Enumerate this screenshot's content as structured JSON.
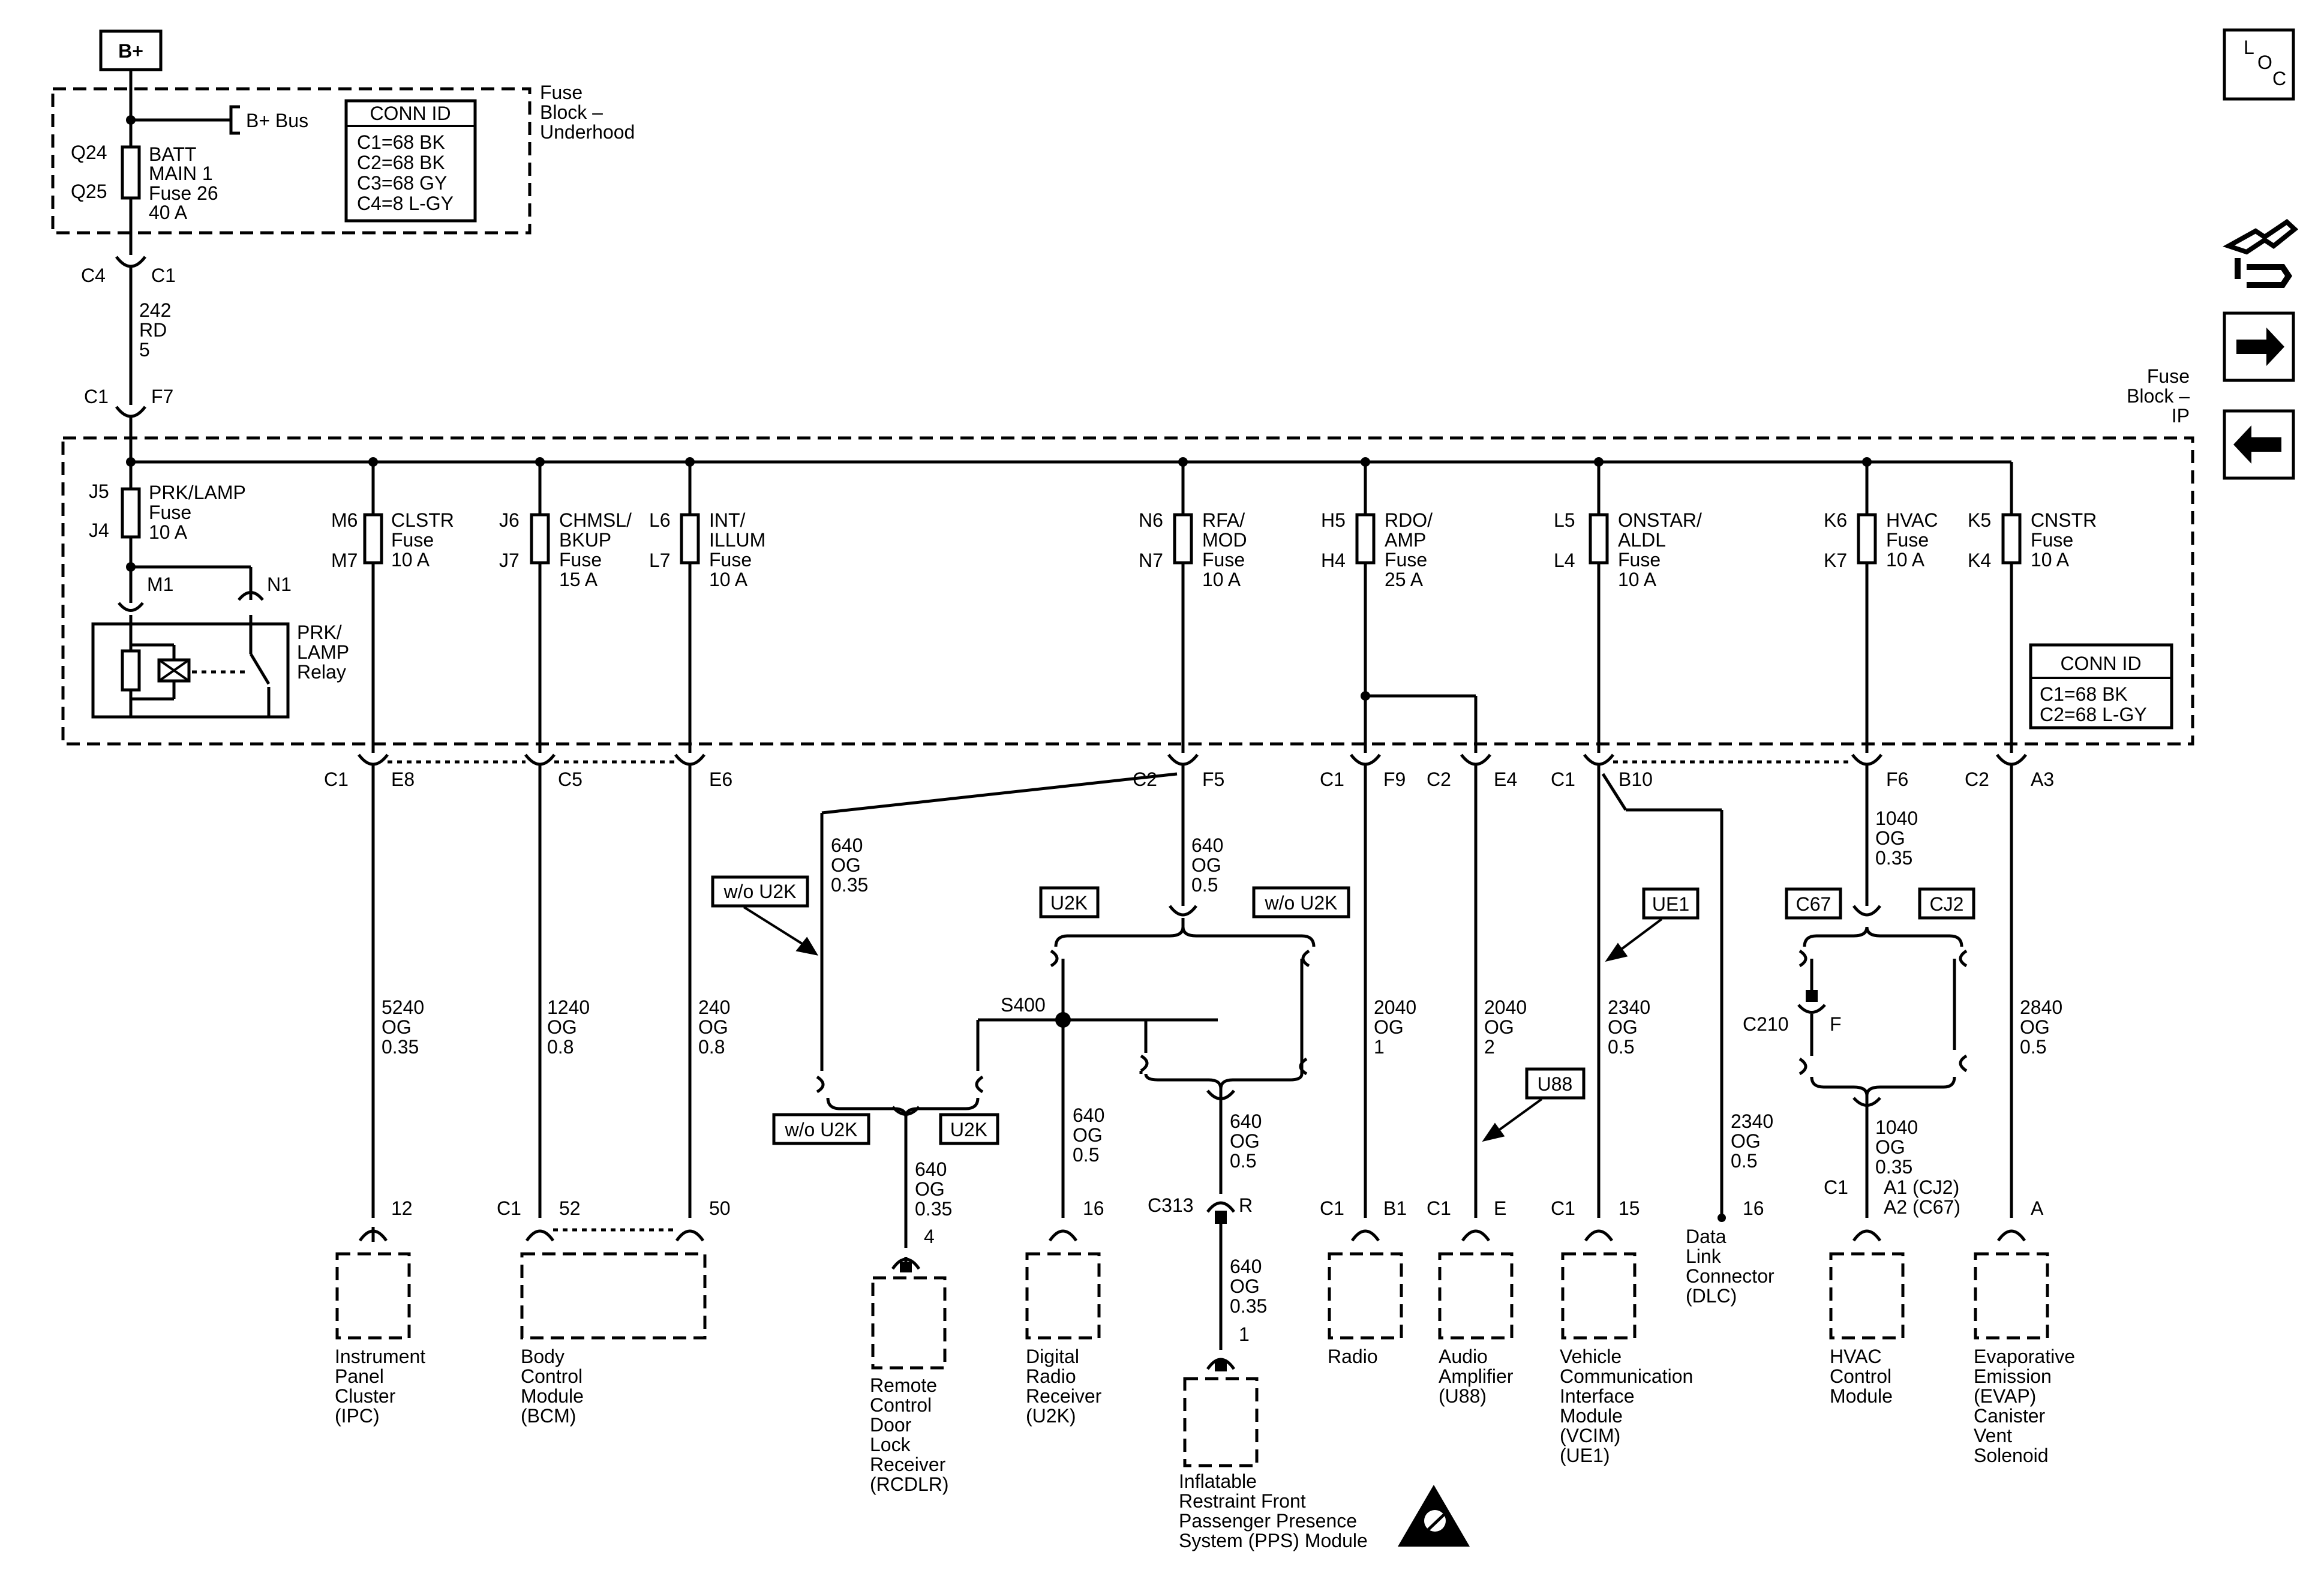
{
  "power": {
    "bplus": "B+",
    "bplus_bus": "B+ Bus"
  },
  "underhood": {
    "block_label": [
      "Fuse",
      "Block –",
      "Underhood"
    ],
    "conn_id_title": "CONN ID",
    "conn_id_lines": [
      "C1=68 BK",
      "C2=68 BK",
      "C3=68 GY",
      "C4=8 L-GY"
    ],
    "fuse_pin_top": "Q24",
    "fuse_pin_bottom": "Q25",
    "fuse_lines": [
      "BATT",
      "MAIN 1",
      "Fuse 26",
      "40 A"
    ],
    "conn_left": "C4",
    "conn_right": "C1",
    "wire_lines": [
      "242",
      "RD",
      "5"
    ]
  },
  "ip_block": {
    "block_label": [
      "Fuse",
      "Block –",
      "IP"
    ],
    "in_conn_left": "C1",
    "in_conn_right": "F7",
    "conn_id_title": "CONN ID",
    "conn_id_lines": [
      "C1=68 BK",
      "C2=68 L-GY"
    ],
    "prk_fuse": {
      "pin_top": "J5",
      "pin_bottom": "J4",
      "lines": [
        "PRK/LAMP",
        "Fuse",
        "10 A"
      ]
    },
    "relay": {
      "pin_left": "M1",
      "pin_right": "N1",
      "lines": [
        "PRK/",
        "LAMP",
        "Relay"
      ]
    },
    "fuses": [
      {
        "pin_top": "M6",
        "pin_bottom": "M7",
        "lines": [
          "CLSTR",
          "Fuse",
          "10 A"
        ]
      },
      {
        "pin_top": "J6",
        "pin_bottom": "J7",
        "lines": [
          "CHMSL/",
          "BKUP",
          "Fuse",
          "15 A"
        ]
      },
      {
        "pin_top": "L6",
        "pin_bottom": "L7",
        "lines": [
          "INT/",
          "ILLUM",
          "Fuse",
          "10 A"
        ]
      },
      {
        "pin_top": "N6",
        "pin_bottom": "N7",
        "lines": [
          "RFA/",
          "MOD",
          "Fuse",
          "10 A"
        ]
      },
      {
        "pin_top": "H5",
        "pin_bottom": "H4",
        "lines": [
          "RDO/",
          "AMP",
          "Fuse",
          "25 A"
        ]
      },
      {
        "pin_top": "L5",
        "pin_bottom": "L4",
        "lines": [
          "ONSTAR/",
          "ALDL",
          "Fuse",
          "10 A"
        ]
      },
      {
        "pin_top": "K6",
        "pin_bottom": "K7",
        "lines": [
          "HVAC",
          "Fuse",
          "10 A"
        ]
      },
      {
        "pin_top": "K5",
        "pin_bottom": "K4",
        "lines": [
          "CNSTR",
          "Fuse",
          "10 A"
        ]
      }
    ]
  },
  "out_connectors": {
    "ipc_conn": "C1",
    "ipc_pin": "E8",
    "bcm_pin": "C5",
    "illum_pin": "E6",
    "rfa_conn": "C2",
    "rfa_pin": "F5",
    "radio_conn": "C1",
    "radio_pin": "F9",
    "amp_conn": "C2",
    "amp_pin": "E4",
    "onstar_conn": "C1",
    "onstar_pin": "B10",
    "hvac_pin": "F6",
    "cnstr_conn": "C2",
    "cnstr_pin": "A3"
  },
  "wires": {
    "ipc": [
      "5240",
      "OG",
      "0.35"
    ],
    "bcm": [
      "1240",
      "OG",
      "0.8"
    ],
    "illum": [
      "240",
      "OG",
      "0.8"
    ],
    "rfa_left": [
      "640",
      "OG",
      "0.35"
    ],
    "rfa_right": [
      "640",
      "OG",
      "0.5"
    ],
    "rcdlr": [
      "640",
      "OG",
      "0.35"
    ],
    "u2k": [
      "640",
      "OG",
      "0.5"
    ],
    "pps_upper": [
      "640",
      "OG",
      "0.5"
    ],
    "pps_lower": [
      "640",
      "OG",
      "0.35"
    ],
    "radio": [
      "2040",
      "OG",
      "1"
    ],
    "amp": [
      "2040",
      "OG",
      "2"
    ],
    "vcim": [
      "2340",
      "OG",
      "0.5"
    ],
    "dlc": [
      "2340",
      "OG",
      "0.5"
    ],
    "hvac_upper": [
      "1040",
      "OG",
      "0.35"
    ],
    "hvac_lower": [
      "1040",
      "OG",
      "0.35"
    ],
    "cnstr": [
      "2840",
      "OG",
      "0.5"
    ]
  },
  "options": {
    "wo_u2k": "w/o U2K",
    "u2k": "U2K",
    "ue1": "UE1",
    "u88": "U88",
    "c67": "C67",
    "cj2": "CJ2"
  },
  "splices": {
    "s400": "S400",
    "c313": "C313",
    "c313_pin": "R",
    "c210": "C210",
    "c210_pin": "F"
  },
  "components": {
    "ipc": {
      "pin": "12",
      "lines": [
        "Instrument",
        "Panel",
        "Cluster",
        "(IPC)"
      ]
    },
    "bcm": {
      "conn": "C1",
      "pin_left": "52",
      "pin_right": "50",
      "lines": [
        "Body",
        "Control",
        "Module",
        "(BCM)"
      ]
    },
    "rcdlr": {
      "pin": "4",
      "lines": [
        "Remote",
        "Control",
        "Door",
        "Lock",
        "Receiver",
        "(RCDLR)"
      ]
    },
    "u2k": {
      "pin": "16",
      "lines": [
        "Digital",
        "Radio",
        "Receiver",
        "(U2K)"
      ]
    },
    "pps": {
      "pin": "1",
      "lines": [
        "Inflatable",
        "Restraint Front",
        "Passenger Presence",
        "System (PPS) Module"
      ]
    },
    "radio": {
      "conn": "C1",
      "pin": "B1",
      "lines": [
        "Radio"
      ]
    },
    "amp": {
      "conn": "C1",
      "pin": "E",
      "lines": [
        "Audio",
        "Amplifier",
        "(U88)"
      ]
    },
    "vcim": {
      "conn": "C1",
      "pin": "15",
      "lines": [
        "Vehicle",
        "Communication",
        "Interface",
        "Module",
        "(VCIM)",
        "(UE1)"
      ]
    },
    "dlc": {
      "pin": "16",
      "lines": [
        "Data",
        "Link",
        "Connector",
        "(DLC)"
      ]
    },
    "hvac": {
      "conn": "C1",
      "pin_a": "A1 (CJ2)",
      "pin_b": "A2 (C67)",
      "lines": [
        "HVAC",
        "Control",
        "Module"
      ]
    },
    "evap": {
      "pin": "A",
      "lines": [
        "Evaporative",
        "Emission",
        "(EVAP)",
        "Canister",
        "Vent",
        "Solenoid"
      ]
    }
  },
  "nav": {
    "loc_l": "L",
    "loc_o": "O",
    "loc_c": "C"
  }
}
